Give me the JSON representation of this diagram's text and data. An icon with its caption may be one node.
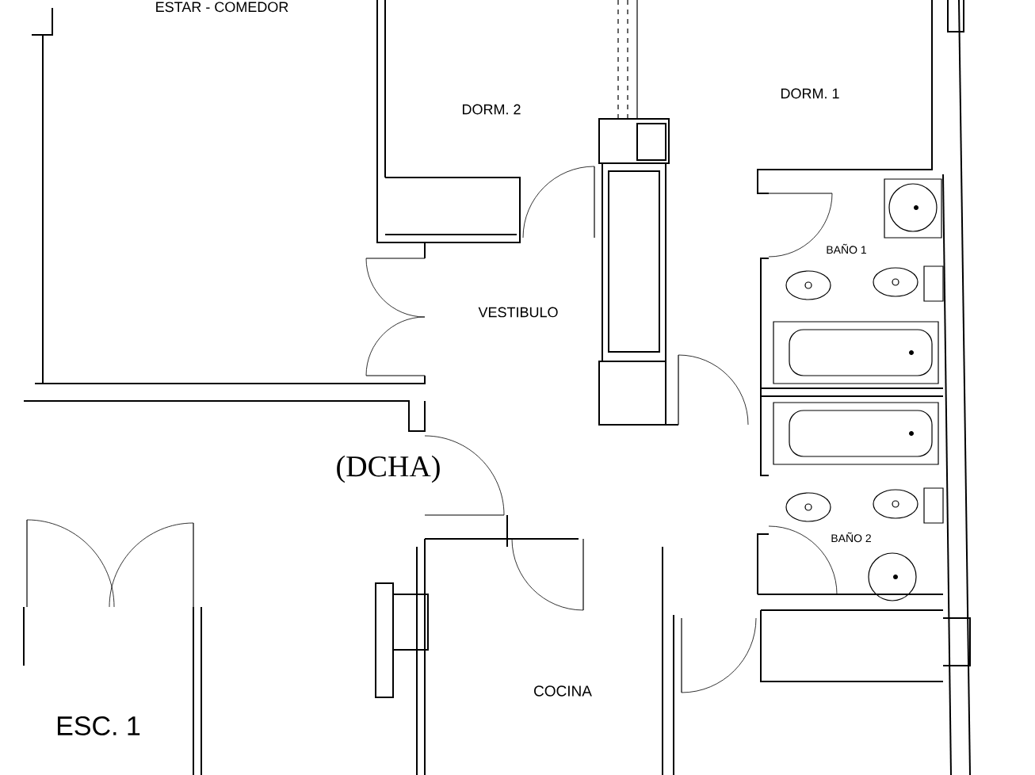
{
  "diagram": {
    "labels": [
      "ESTAR - COMEDOR",
      "DORM. 2",
      "DORM. 1",
      "BAÑO 1",
      "VESTIBULO",
      "(DCHA)",
      "BAÑO 2",
      "COCINA",
      "ESC. 1"
    ]
  }
}
